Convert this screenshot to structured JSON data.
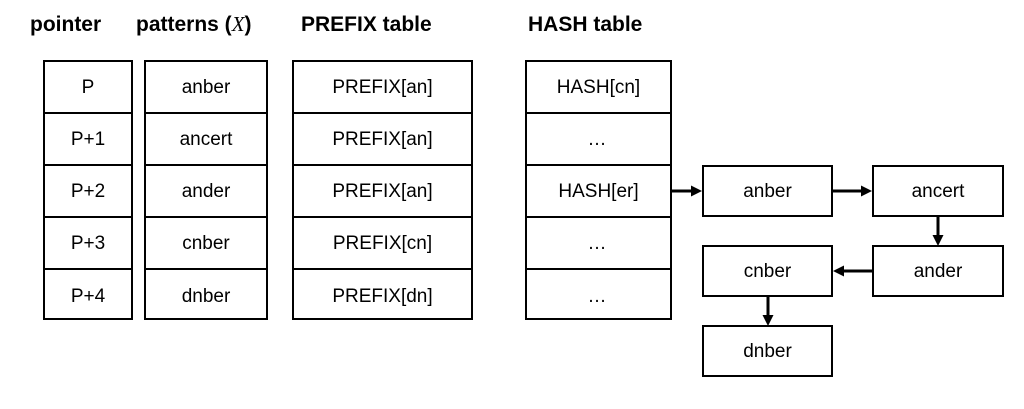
{
  "headings": {
    "pointer": "pointer",
    "patterns_prefix": "patterns (",
    "patterns_var": "X",
    "patterns_suffix": ")",
    "prefix_table": "PREFIX table",
    "hash_table": "HASH table"
  },
  "pointer_table": {
    "rows": [
      "P",
      "P+1",
      "P+2",
      "P+3",
      "P+4"
    ]
  },
  "patterns_table": {
    "rows": [
      "anber",
      "ancert",
      "ander",
      "cnber",
      "dnber"
    ]
  },
  "prefix_table": {
    "rows": [
      "PREFIX[an]",
      "PREFIX[an]",
      "PREFIX[an]",
      "PREFIX[cn]",
      "PREFIX[dn]"
    ]
  },
  "hash_table": {
    "rows": [
      "HASH[cn]",
      "…",
      "HASH[er]",
      "…",
      "…"
    ]
  },
  "chain": {
    "nodes": [
      {
        "id": "anber",
        "label": "anber"
      },
      {
        "id": "ancert",
        "label": "ancert"
      },
      {
        "id": "ander",
        "label": "ander"
      },
      {
        "id": "cnber",
        "label": "cnber"
      },
      {
        "id": "dnber",
        "label": "dnber"
      }
    ],
    "links": [
      {
        "from": "HASH[er]",
        "to": "anber",
        "direction": "right"
      },
      {
        "from": "anber",
        "to": "ancert",
        "direction": "right"
      },
      {
        "from": "ancert",
        "to": "ander",
        "direction": "down"
      },
      {
        "from": "ander",
        "to": "cnber",
        "direction": "left"
      },
      {
        "from": "cnber",
        "to": "dnber",
        "direction": "down"
      }
    ]
  },
  "colors": {
    "stroke": "#000000",
    "background": "#ffffff"
  }
}
